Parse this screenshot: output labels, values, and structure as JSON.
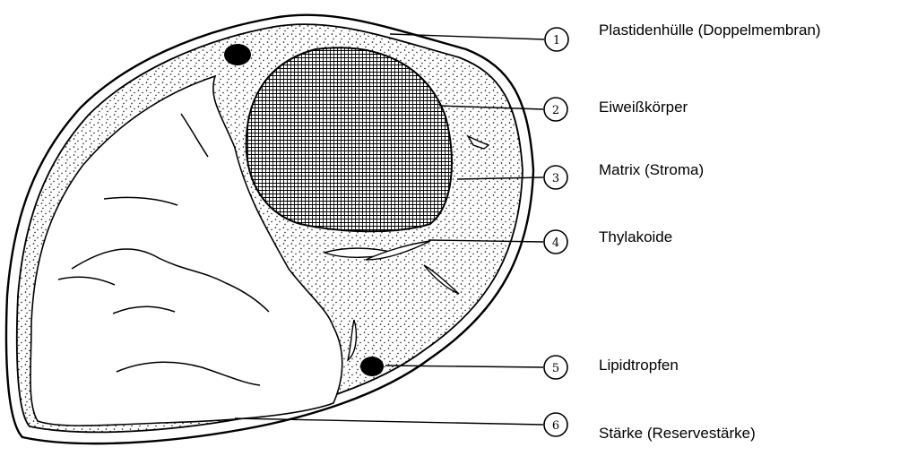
{
  "labels": [
    {
      "number": "1",
      "text": "Plastidenhülle (Doppelmembran)"
    },
    {
      "number": "2",
      "text": "Eiweißkörper"
    },
    {
      "number": "3",
      "text": "Matrix (Stroma)"
    },
    {
      "number": "4",
      "text": "Thylakoide"
    },
    {
      "number": "5",
      "text": "Lipidtropfen"
    },
    {
      "number": "6",
      "text": "Stärke (Reservestärke)"
    }
  ]
}
